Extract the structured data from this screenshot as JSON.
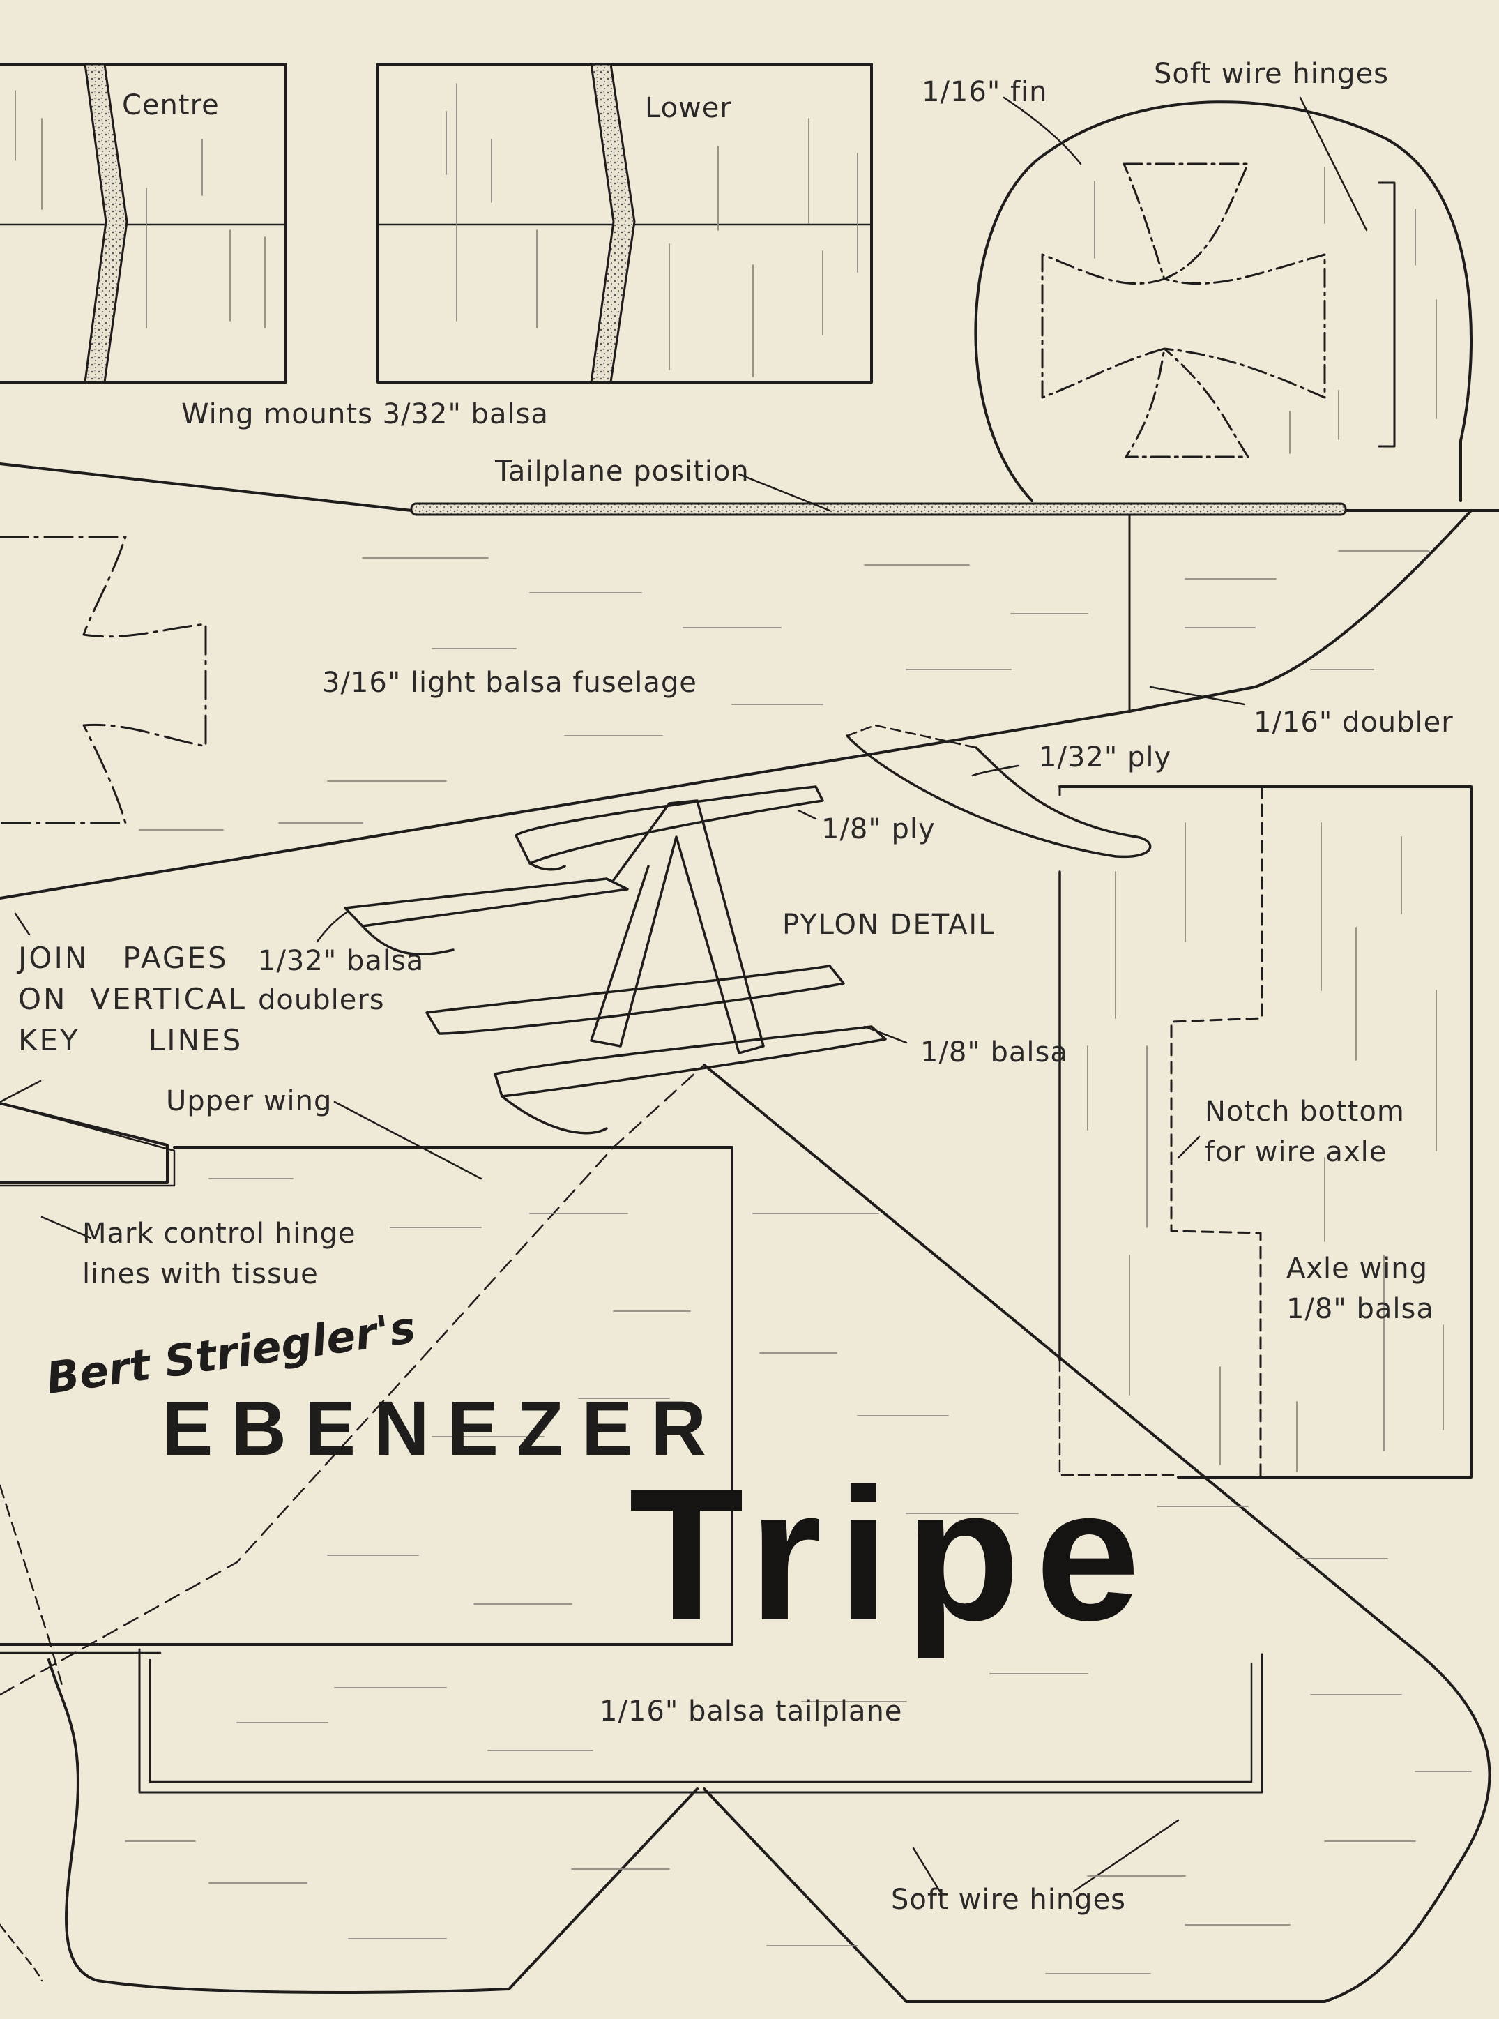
{
  "labels": {
    "centre": "Centre",
    "lower": "Lower",
    "fin": "1/16\" fin",
    "fin_hinges": "Soft wire hinges",
    "wing_mounts": "Wing mounts 3/32\" balsa",
    "tailplane_position": "Tailplane position",
    "fuselage": "3/16\" light balsa fuselage",
    "doubler": "1/16\" doubler",
    "ply_thin": "1/32\" ply",
    "ply_thick": "1/8\" ply",
    "pylon_detail": "PYLON DETAIL",
    "join_pages": "JOIN   PAGES\nON  VERTICAL\nKEY      LINES",
    "balsa_doublers": "1/32\" balsa\ndoublers",
    "balsa_eighth": "1/8\" balsa",
    "upper_wing": "Upper wing",
    "mark_hinge": "Mark control hinge\nlines with tissue",
    "notch": "Notch bottom\nfor wire axle",
    "axle_wing": "Axle wing\n1/8\" balsa",
    "tailplane": "1/16\" balsa tailplane",
    "tail_hinges": "Soft wire hinges"
  },
  "title": {
    "byline": "Bert Striegler's",
    "name_line1": "EBENEZER",
    "name_line2": "Tripe"
  },
  "colors": {
    "paper": "#efe9d8",
    "ink": "#1e1d1b",
    "grain": "#8d8a83"
  }
}
